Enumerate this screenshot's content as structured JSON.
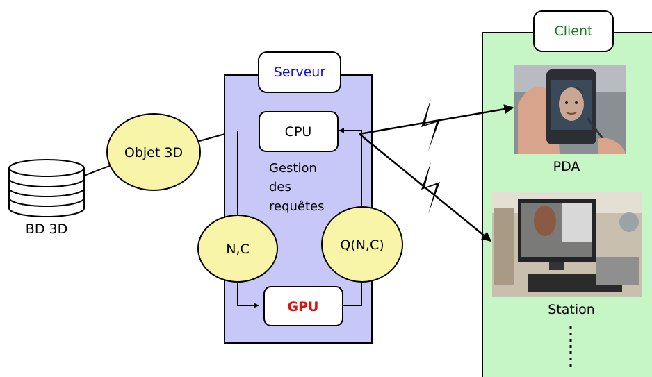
{
  "database": {
    "label": "BD 3D"
  },
  "object": {
    "label": "Objet 3D"
  },
  "server": {
    "title": "Serveur",
    "title_color": "#1010dd",
    "fill": "#c8c8f8",
    "cpu_label": "CPU",
    "gestion_lines": [
      "Gestion",
      "des",
      "requêtes"
    ],
    "nc_label": "N,C",
    "qnc_label": "Q(N,C)",
    "gpu_label": "GPU",
    "gpu_color": "#e01010"
  },
  "client": {
    "title": "Client",
    "title_color": "#108010",
    "fill": "#c6f6c6",
    "pda_label": "PDA",
    "station_label": "Station"
  },
  "colors": {
    "ellipse_fill": "#f8f4a8",
    "stroke": "#000000"
  }
}
